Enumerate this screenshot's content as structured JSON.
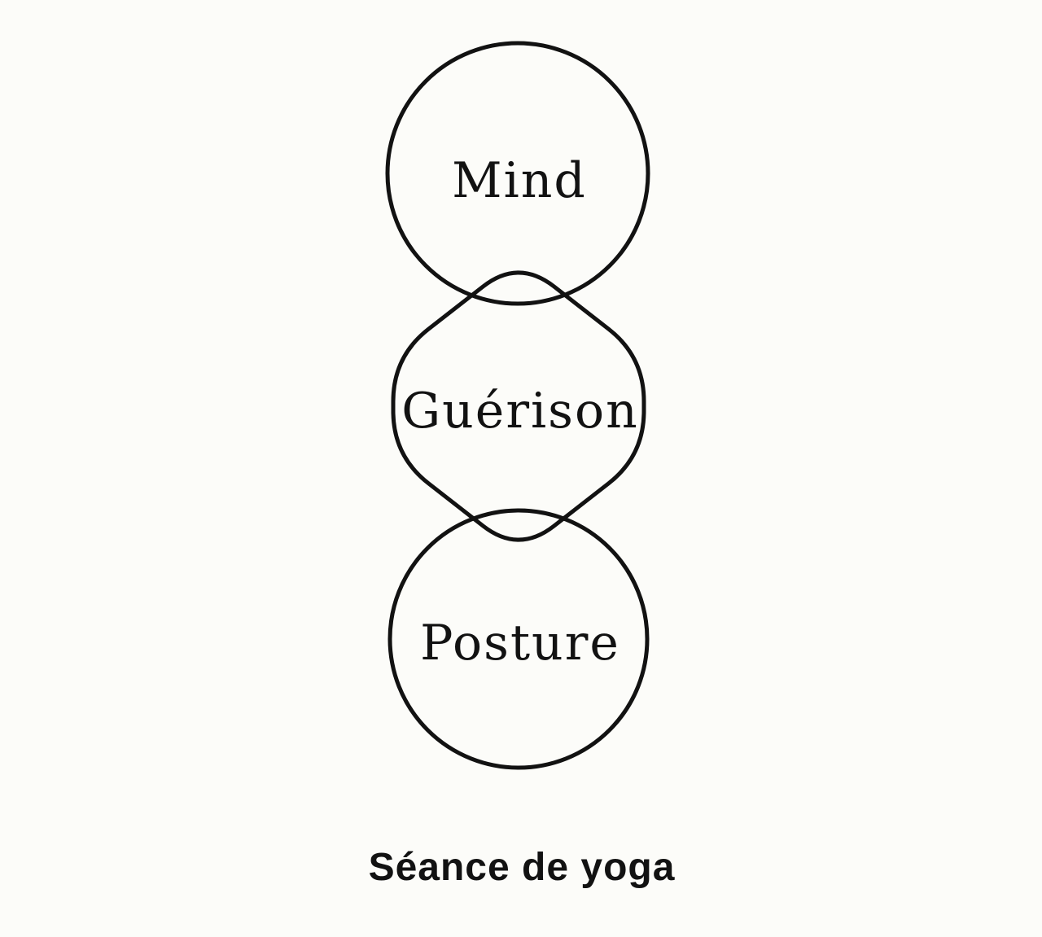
{
  "canvas": {
    "background_color": "#fcfcf9",
    "ink_color": "#121212"
  },
  "diagram": {
    "nodes": [
      {
        "shape": "circle",
        "label": "Mind"
      },
      {
        "shape": "rounded-hexagon",
        "label": "Guérison"
      },
      {
        "shape": "circle",
        "label": "Posture"
      }
    ],
    "caption": "Séance de yoga"
  }
}
